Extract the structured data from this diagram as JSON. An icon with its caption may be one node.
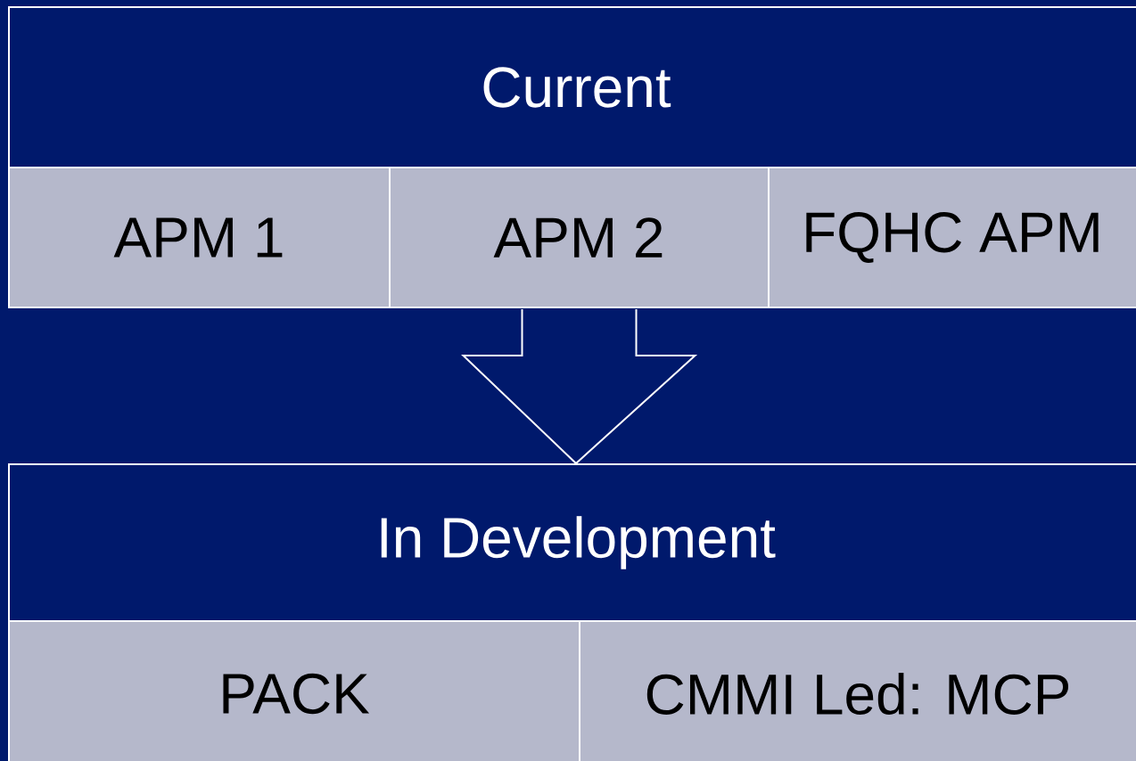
{
  "diagram": {
    "nodes": [
      {
        "text": [
          "Current"
        ]
      },
      {
        "text": [
          "APM 1"
        ]
      },
      {
        "text": [
          "APM 2"
        ]
      },
      {
        "text": [
          "FQHC APM"
        ]
      },
      {
        "text": [
          "In Development"
        ]
      },
      {
        "text": [
          "PACK"
        ]
      },
      {
        "text": [
          "CMMI Led: MCP"
        ]
      }
    ],
    "edges": [
      {
        "from": 2,
        "to": 4,
        "arrow": "to"
      }
    ]
  }
}
